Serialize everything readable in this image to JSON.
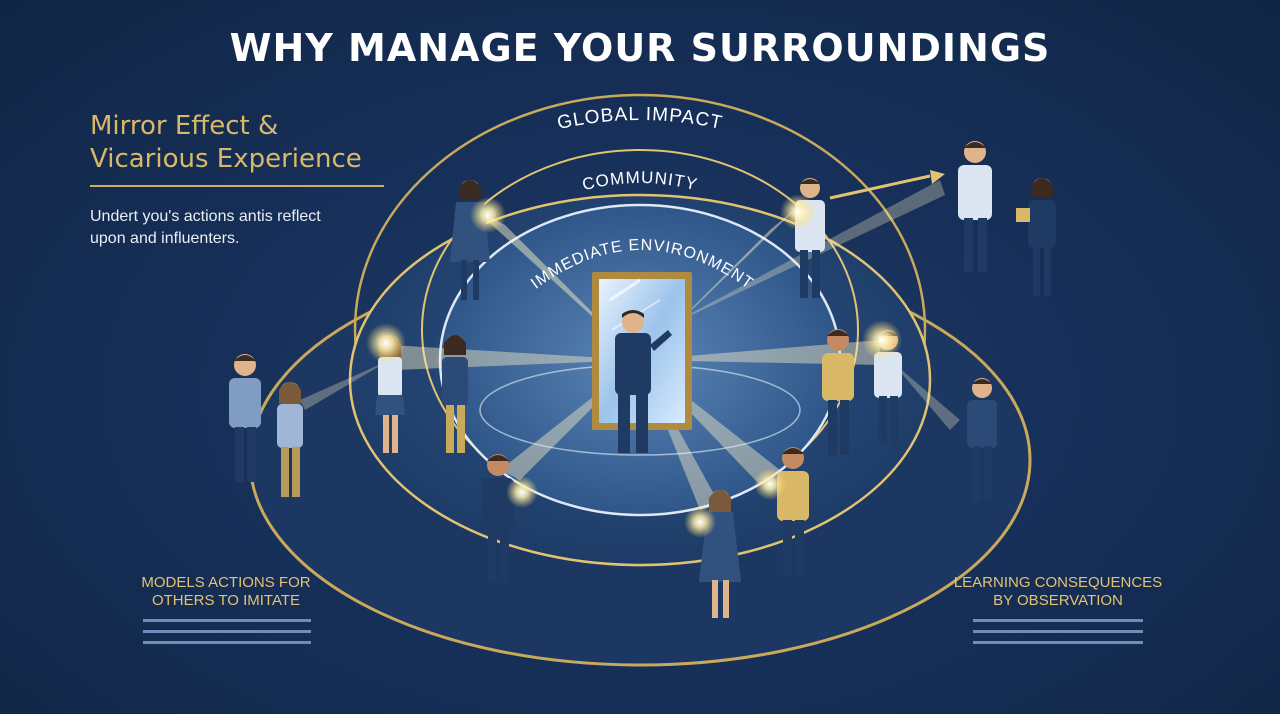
{
  "title": "WHY MANAGE YOUR SURROUNDINGS",
  "side_panel": {
    "heading_line1": "Mirror Effect &",
    "heading_line2": "Vicarious Experience",
    "description_line1": "Undert you's actions antis reflect",
    "description_line2": "upon and influenters."
  },
  "rings": {
    "outer_label": "GLOBAL IMPACT",
    "middle_label": "COMMUNITY",
    "inner_label": "IMMEDIATE ENVIRONMENT"
  },
  "captions": {
    "left_line1": "MODELS ACTIONS FOR",
    "left_line2": "OTHERS TO IMITATE",
    "right_line1": "LEARNING CONSEQUENCES",
    "right_line2": "BY OBSERVATION"
  },
  "colors": {
    "background": "#17305a",
    "gold": "#d9b968",
    "suit": "#1f3a63",
    "light": "#fff3c4"
  }
}
